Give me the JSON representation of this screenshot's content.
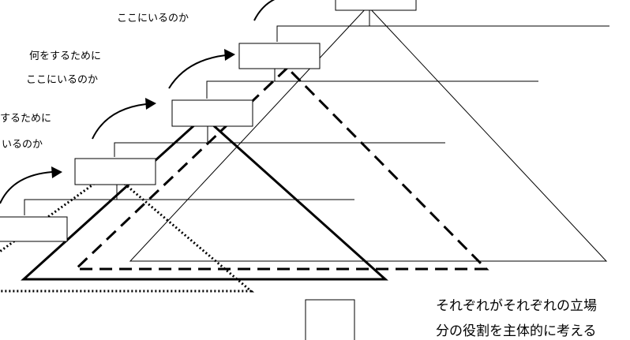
{
  "labels": {
    "level4_line2": "ここにいるのか",
    "level3_line1": "何をするために",
    "level3_line2": "ここにいるのか",
    "level2_line1": "するために",
    "level2_line2": "いるのか"
  },
  "caption": {
    "line1": "それぞれがそれぞれの立場",
    "line2": "分の役割を主体的に考える"
  },
  "colors": {
    "ink": "#000000",
    "background": "#ffffff"
  }
}
